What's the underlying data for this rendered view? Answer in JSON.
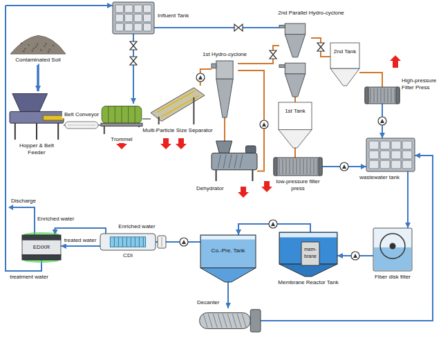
{
  "diagram": {
    "nodes": [
      {
        "text": [
          "Contaminated Soil"
        ]
      },
      {
        "text": [
          "Hopper & Belt Feeder"
        ]
      },
      {
        "text": [
          "Belt Conveyor"
        ]
      },
      {
        "text": [
          "Trommel"
        ]
      },
      {
        "text": [
          "Multi-Particle Size Separator"
        ]
      },
      {
        "text": [
          "Influent Tank"
        ]
      },
      {
        "text": [
          "1st Hydro-cyclone"
        ]
      },
      {
        "text": [
          "2nd Parallel Hydro-cyclone"
        ]
      },
      {
        "text": [
          "1st Tank"
        ]
      },
      {
        "text": [
          "2nd Tank"
        ]
      },
      {
        "text": [
          "High-pressure Filter Press"
        ]
      },
      {
        "text": [
          "Dehydrator"
        ]
      },
      {
        "text": [
          "low-pressure filter press"
        ]
      },
      {
        "text": [
          "wastewater tank"
        ]
      },
      {
        "text": [
          "Fiber disk filter"
        ]
      },
      {
        "text": [
          "Membrane Reactor Tank"
        ]
      },
      {
        "text": [
          "mem-brane"
        ],
        "in": 15
      },
      {
        "text": [
          "Co.-Pre. Tank"
        ]
      },
      {
        "text": [
          "Decanter"
        ]
      },
      {
        "text": [
          "CDI"
        ]
      },
      {
        "text": [
          "EDIXR"
        ]
      }
    ],
    "edges": [
      {
        "from": 0,
        "to": 1,
        "arrow": "to"
      },
      {
        "from": 1,
        "to": 2,
        "arrow": "none"
      },
      {
        "from": 2,
        "to": 3,
        "arrow": "none"
      },
      {
        "from": 3,
        "to": 4,
        "arrow": "none"
      },
      {
        "from": 5,
        "to": 3,
        "arrow": "to"
      },
      {
        "from": 4,
        "to": 6,
        "arrow": "none"
      },
      {
        "from": 5,
        "to": 7,
        "arrow": "none"
      },
      {
        "from": 6,
        "to": 7,
        "arrow": "none"
      },
      {
        "from": 6,
        "to": 11,
        "arrow": "none"
      },
      {
        "from": 11,
        "to": 6,
        "arrow": "none"
      },
      {
        "from": 7,
        "to": 8,
        "arrow": "none"
      },
      {
        "from": 7,
        "to": 9,
        "arrow": "none"
      },
      {
        "from": 9,
        "to": 10,
        "arrow": "none"
      },
      {
        "from": 8,
        "to": 12,
        "arrow": "none"
      },
      {
        "from": 12,
        "to": 13,
        "arrow": "to"
      },
      {
        "from": 10,
        "to": 13,
        "arrow": "to"
      },
      {
        "from": 13,
        "to": 14,
        "arrow": "to"
      },
      {
        "from": 14,
        "to": 15,
        "arrow": "to"
      },
      {
        "from": 16,
        "to": 17,
        "arrow": "to"
      },
      {
        "from": 17,
        "to": 18,
        "arrow": "to"
      },
      {
        "from": 18,
        "to": 13,
        "arrow": "to"
      },
      {
        "from": 17,
        "to": 19,
        "arrow": "to"
      },
      {
        "from": 19,
        "to": 20,
        "label": "Enriched water",
        "arrow": "to"
      },
      {
        "from": 19,
        "to": 20,
        "label": "treated water",
        "arrow": "to"
      },
      {
        "from": 20,
        "to": 5,
        "label": "treatment water",
        "arrow": "to"
      }
    ],
    "labels": [
      "Discharge",
      "Enriched water"
    ]
  }
}
